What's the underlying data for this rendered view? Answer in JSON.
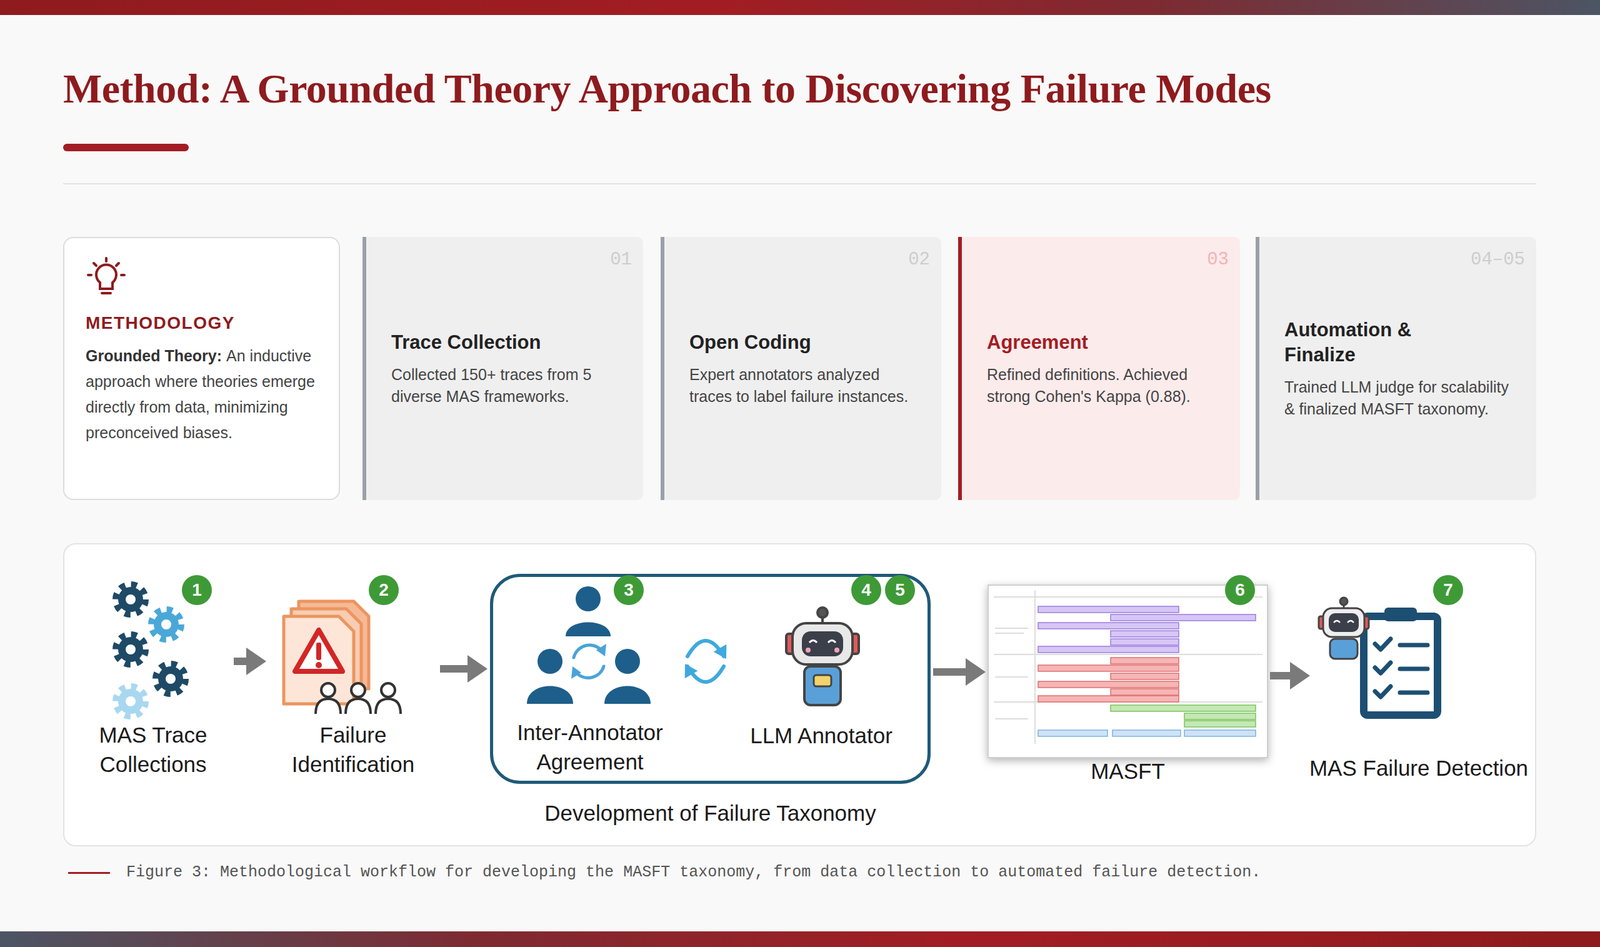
{
  "diagram": {
    "title": "Method: A Grounded Theory Approach to Discovering Failure Modes",
    "caption": "Figure 3: Methodological workflow for developing the MASFT taxonomy, from data collection to automated failure detection.",
    "nodes": [
      {
        "text": [
          "METHODOLOGY",
          "Grounded Theory:",
          "An inductive approach where theories emerge directly from data, minimizing preconceived biases."
        ]
      },
      {
        "text": [
          "01",
          "Trace Collection",
          "Collected 150+ traces from 5 diverse MAS frameworks."
        ]
      },
      {
        "text": [
          "02",
          "Open Coding",
          "Expert annotators analyzed traces to label failure instances."
        ]
      },
      {
        "text": [
          "03",
          "Agreement",
          "Refined definitions. Achieved strong Cohen's Kappa (0.88)."
        ]
      },
      {
        "text": [
          "04–05",
          "Automation & Finalize",
          "Trained LLM judge for scalability & finalized MASFT taxonomy."
        ]
      },
      {
        "text": [
          "MAS Trace Collections"
        ]
      },
      {
        "text": [
          "Failure Identification"
        ]
      },
      {
        "text": [
          "Development of Failure Taxonomy"
        ]
      },
      {
        "text": [
          "Inter-Annotator Agreement"
        ],
        "in": 7
      },
      {
        "text": [
          "LLM Annotator"
        ],
        "in": 7
      },
      {
        "text": [
          "MASFT"
        ]
      },
      {
        "text": [
          "MAS Failure Detection"
        ]
      }
    ],
    "edges": [
      {
        "from": 5,
        "to": 6,
        "arrow": "to"
      },
      {
        "from": 6,
        "to": 7,
        "arrow": "to"
      },
      {
        "from": 8,
        "to": 9,
        "arrow": "both"
      },
      {
        "from": 7,
        "to": 10,
        "arrow": "to"
      },
      {
        "from": 10,
        "to": 11,
        "arrow": "to"
      }
    ],
    "labels": [
      "1",
      "2",
      "3",
      "4",
      "5",
      "6",
      "7"
    ]
  }
}
